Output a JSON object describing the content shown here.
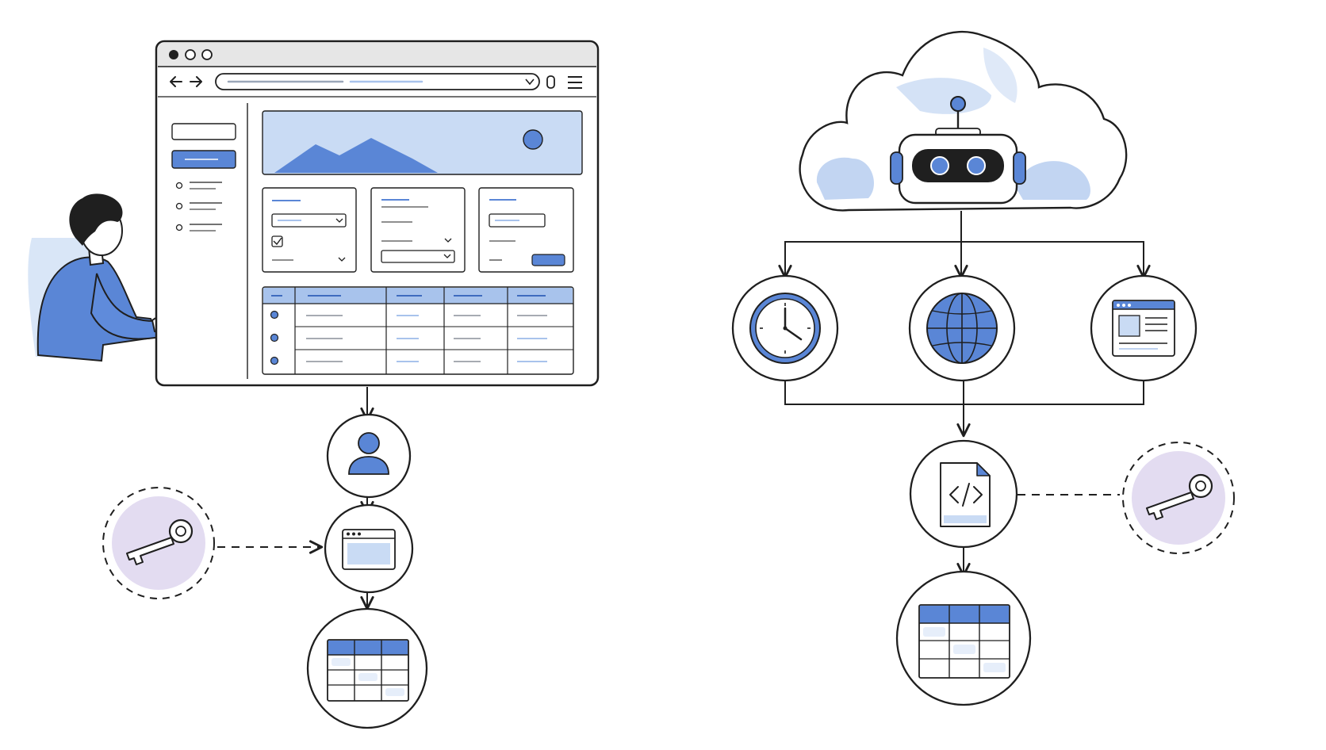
{
  "colors": {
    "ink": "#1f1f1f",
    "blue": "#5a86d6",
    "blue_light": "#c9dbf4",
    "blue_pale": "#e6eefa",
    "lavender": "#e3dcf1",
    "white": "#ffffff"
  },
  "left_flow": {
    "browser_mockup": {
      "window_controls": [
        "close",
        "minimize",
        "maximize"
      ],
      "nav_icons": [
        "back-arrow-icon",
        "forward-arrow-icon"
      ],
      "sidebar_radio_items": 3,
      "form_cards": 3,
      "table_rows": 3,
      "table_columns": 5
    },
    "actor": "person-at-computer",
    "nodes": [
      "user-icon",
      "browser-window-icon",
      "data-table-icon"
    ],
    "credential": "key-icon"
  },
  "right_flow": {
    "source": "cloud-robot-icon",
    "branches": [
      "clock-icon",
      "globe-icon",
      "web-page-icon"
    ],
    "nodes": [
      "code-file-icon",
      "data-table-icon"
    ],
    "credential": "key-icon"
  }
}
